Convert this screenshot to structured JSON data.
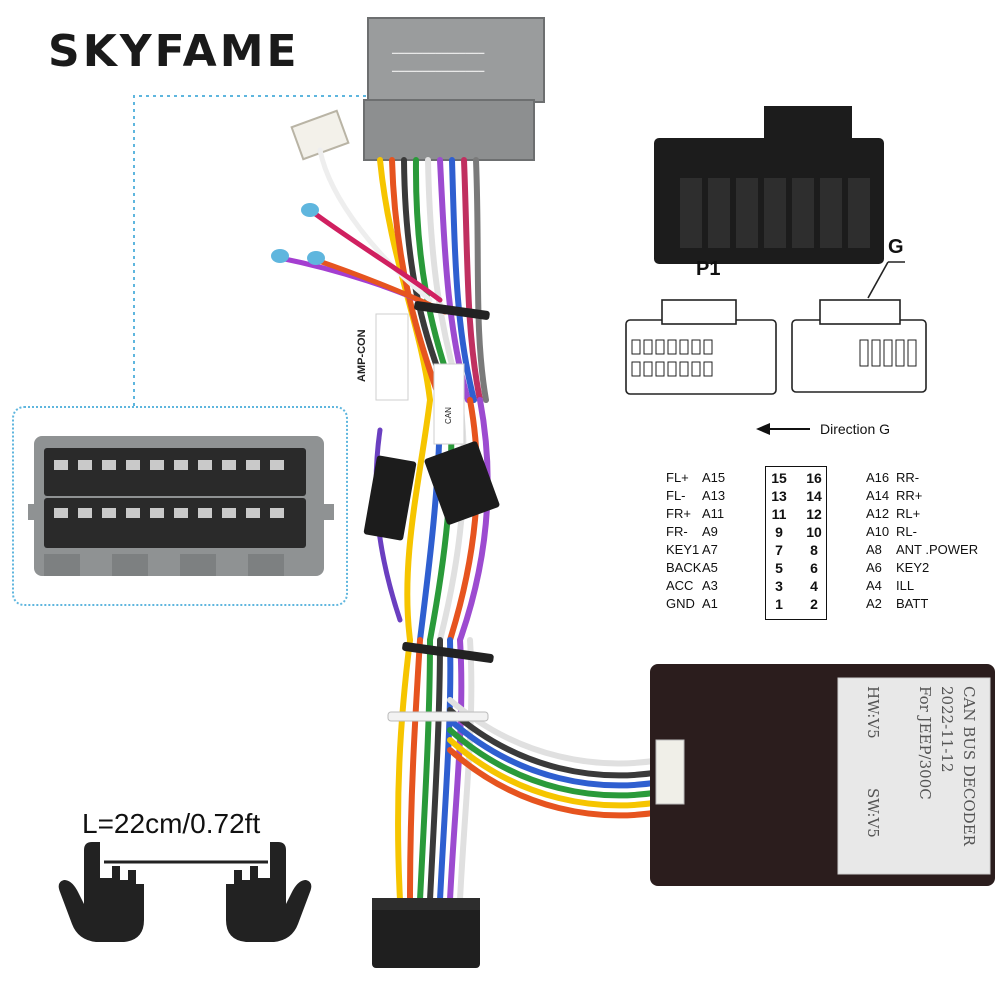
{
  "brand": "SKYFAME",
  "length_label": "L=22cm/0.72ft",
  "connector_labels": {
    "p1": "P1",
    "g": "G",
    "direction": "Direction G"
  },
  "tags": {
    "amp": "AMP-CON",
    "can": "CAN"
  },
  "pin_rows": [
    {
      "left_signal": "FL+",
      "left_code": "A15",
      "left_pin": "15",
      "right_pin": "16",
      "right_code": "A16",
      "right_signal": "RR-"
    },
    {
      "left_signal": "FL-",
      "left_code": "A13",
      "left_pin": "13",
      "right_pin": "14",
      "right_code": "A14",
      "right_signal": "RR+"
    },
    {
      "left_signal": "FR+",
      "left_code": "A11",
      "left_pin": "11",
      "right_pin": "12",
      "right_code": "A12",
      "right_signal": "RL+"
    },
    {
      "left_signal": "FR-",
      "left_code": "A9",
      "left_pin": "9",
      "right_pin": "10",
      "right_code": "A10",
      "right_signal": "RL-"
    },
    {
      "left_signal": "KEY1",
      "left_code": "A7",
      "left_pin": "7",
      "right_pin": "8",
      "right_code": "A8",
      "right_signal": "ANT .POWER"
    },
    {
      "left_signal": "BACK",
      "left_code": "A5",
      "left_pin": "5",
      "right_pin": "6",
      "right_code": "A6",
      "right_signal": "KEY2"
    },
    {
      "left_signal": "ACC",
      "left_code": "A3",
      "left_pin": "3",
      "right_pin": "4",
      "right_code": "A4",
      "right_signal": "ILL"
    },
    {
      "left_signal": "GND",
      "left_code": "A1",
      "left_pin": "1",
      "right_pin": "2",
      "right_code": "A2",
      "right_signal": "BATT"
    }
  ],
  "decoder": {
    "line1": "CAN BUS DECODER",
    "line2": "2022-11-12",
    "line3": "For JEEP/300C",
    "hw": "HW:V5",
    "sw": "SW:V5"
  },
  "colors": {
    "accent_dotted": "#5fb6de",
    "connector_grey": "#8f9293",
    "connector_black": "#1c1c1c",
    "decoder_body": "#2b1d1d",
    "label_bg": "#e8e8e8"
  }
}
